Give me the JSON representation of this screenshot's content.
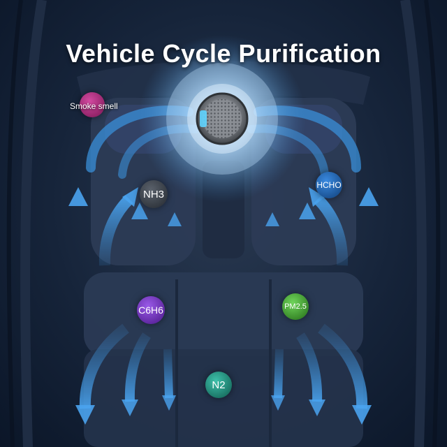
{
  "title": "Vehicle Cycle Purification",
  "pollutants": [
    {
      "id": "smoke",
      "label": "Smoke smell",
      "color": "#a0206e"
    },
    {
      "id": "nh3",
      "label": "NH3",
      "color": "#3a4048"
    },
    {
      "id": "hcho",
      "label": "HCHO",
      "color": "#1a5ea8"
    },
    {
      "id": "c6h6",
      "label": "C6H6",
      "color": "#6a2ab0"
    },
    {
      "id": "pm25",
      "label": "PM2.5",
      "color": "#3f9a2e"
    },
    {
      "id": "n2",
      "label": "N2",
      "color": "#1e8a78"
    }
  ],
  "colors": {
    "airflow": "#3a8fd8",
    "glow": "#9fd4ff",
    "interior": "#2b3a52"
  },
  "icons": [
    "air-purifier-icon",
    "airflow-arrow-icon"
  ]
}
